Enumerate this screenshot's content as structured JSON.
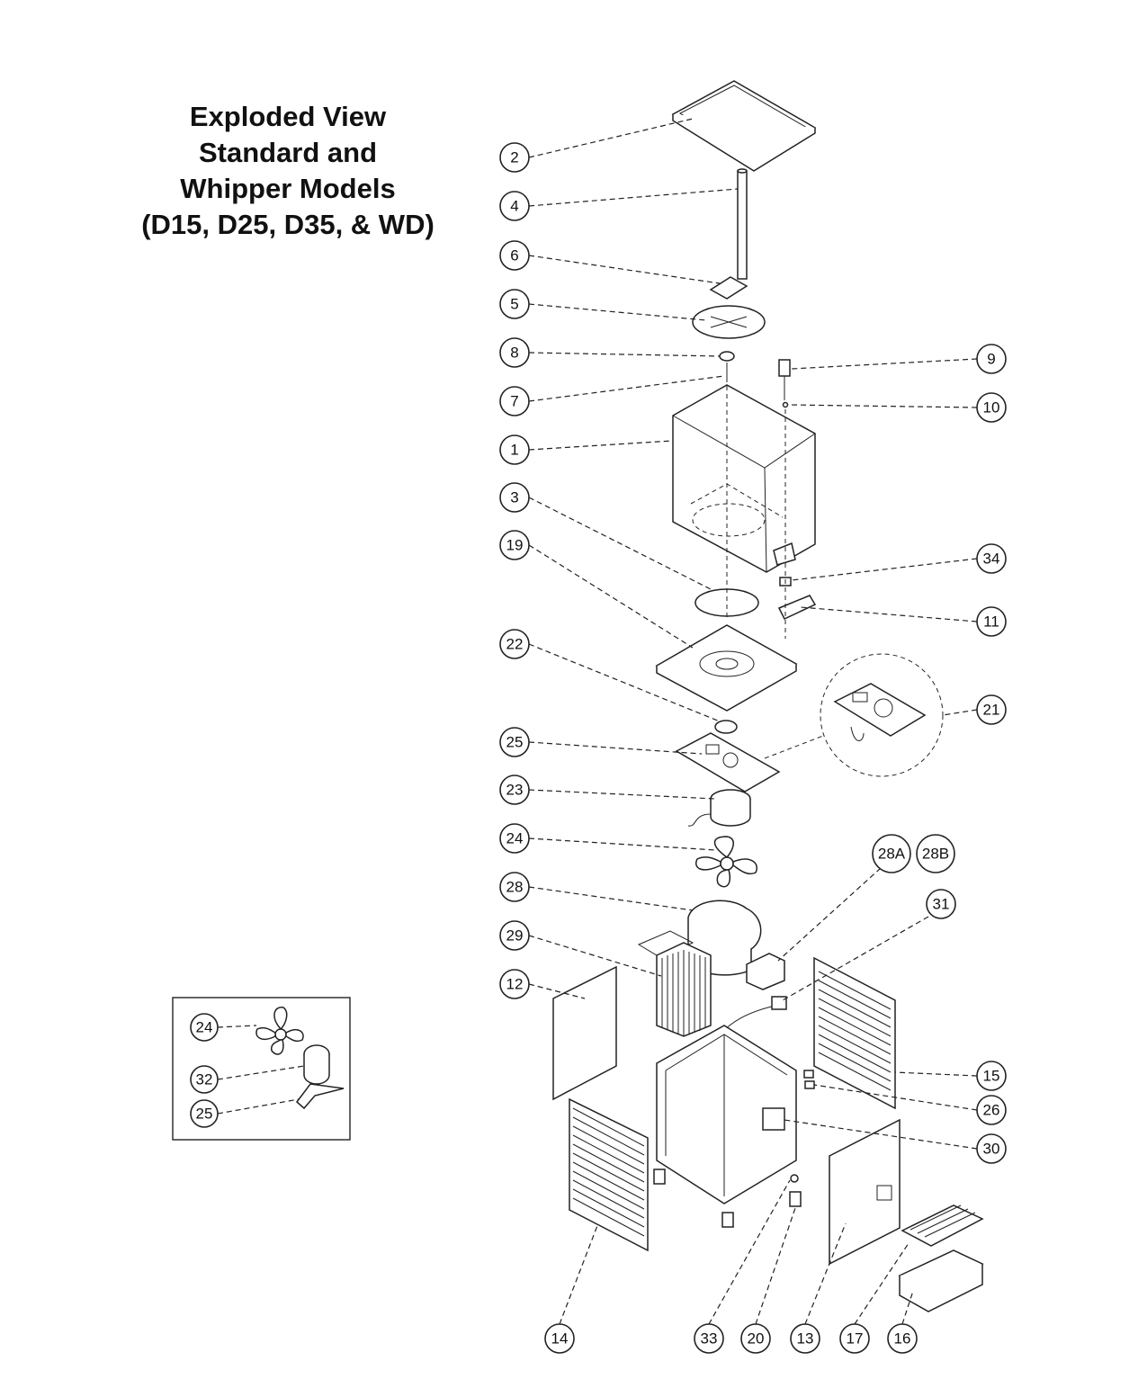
{
  "title_lines": [
    "Exploded View",
    "Standard and",
    "Whipper Models",
    "(D15, D25, D35, & WD)"
  ],
  "callouts": [
    "2",
    "4",
    "6",
    "5",
    "8",
    "7",
    "1",
    "3",
    "19",
    "22",
    "25",
    "23",
    "24",
    "28",
    "29",
    "12",
    "9",
    "10",
    "34",
    "11",
    "21",
    "28A",
    "28B",
    "31",
    "15",
    "26",
    "30",
    "14",
    "33",
    "20",
    "13",
    "17",
    "16"
  ],
  "inset_callouts": [
    "24",
    "32",
    "25"
  ]
}
